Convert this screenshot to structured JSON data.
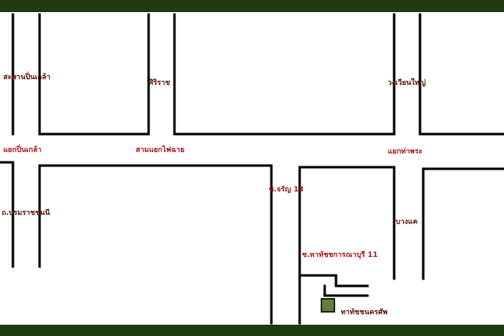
{
  "colors": {
    "frame": "#1f3b12",
    "road": "#000000",
    "label_dark": "#5a1410",
    "label_red": "#a01818",
    "marker_fill": "#6b7a3e",
    "marker_border": "#1f2a0a"
  },
  "labels": {
    "sapan_pinklao": "สะพานปิ่นเกล้า",
    "siriraj": "ศิริราช",
    "wongwian_yai": "วงเวียนใหญ่",
    "yaek_pinklao": "แยกปิ่นเกล้า",
    "sam_yaek_fai_chai": "สามแยกไฟฉาย",
    "yaek_tha_phra": "แยกท่าพระ",
    "borommaratchachonnani": "ถ.บรมราชชนนี",
    "soi_charan_13": "ซ.จรัญ 13",
    "bang_khae": "บางแค",
    "soi_11": "ซ.ทาทัชชการณาบุรี 11",
    "destination": "ทาทัชชนครศัพ"
  },
  "marker": {
    "icon": "destination-square-icon"
  }
}
